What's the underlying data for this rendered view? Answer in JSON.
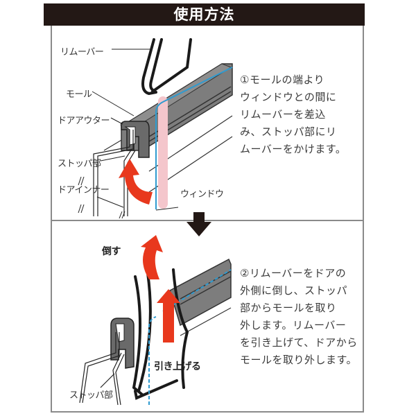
{
  "header": {
    "title": "使用方法"
  },
  "colors": {
    "header_bg": "#231815",
    "frame_border": "#8a8a8a",
    "molding_gray": "#7a7a7a",
    "arrow_red": "#e8381d",
    "window_blue": "#2f9bd0",
    "remover_pink": "#f4c6cc",
    "down_arrow": "#231815"
  },
  "step1": {
    "labels": {
      "remover": "リムーバー",
      "molding": "モール",
      "door_outer": "ドアアウター",
      "stopper": "ストッパ部",
      "door_inner": "ドアインナー",
      "window": "ウィンドウ"
    },
    "text": "①モールの端より\nウィンドウとの間に\nリムーバーを差込\nみ、ストッパ部にリ\nムーバーをかけます。"
  },
  "step2": {
    "labels": {
      "tilt": "倒す",
      "pull_up": "引き上げる",
      "stopper": "ストッパ部"
    },
    "text": "②リムーバーをドアの\n外側に倒し、ストッパ\n部からモールを取り\n外します。リムーバー\nを引き上げて、ドアから\nモールを取り外します。"
  },
  "icons": {
    "down_arrow": "down-arrow-icon",
    "curved_arrow": "curved-arrow-icon",
    "up_arrow": "up-arrow-icon"
  }
}
